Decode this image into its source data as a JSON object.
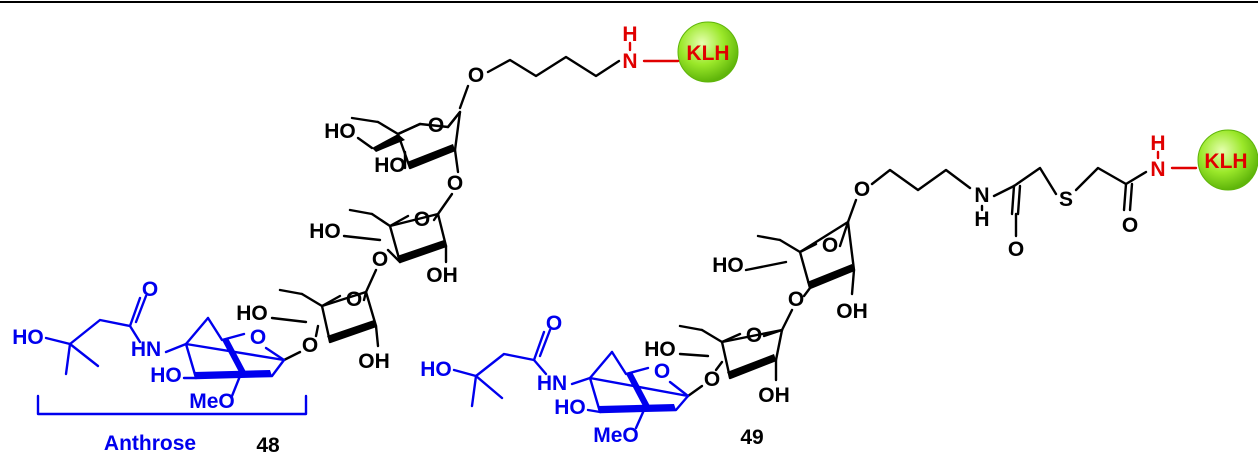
{
  "colors": {
    "sugar": "#000000",
    "anthrose": "#0000ee",
    "linker": "#e00000",
    "klh_ball": "#9be82a"
  },
  "compound48": {
    "number": "48",
    "klh": "KLH",
    "amine_h": "H",
    "amine_n": "N",
    "linker_o": "O",
    "ring_o": "O",
    "labels": {
      "ho1": "HO",
      "ho2": "HO",
      "o1": "O",
      "ho3": "HO",
      "oh1": "OH",
      "o2": "O",
      "ho4": "HO",
      "oh2": "OH",
      "o3": "O"
    },
    "anthrose": {
      "label": "Anthrose",
      "ho": "HO",
      "hn": "HN",
      "carbonyl_o": "O",
      "ho_ring": "HO",
      "meo": "MeO",
      "ring_o": "O"
    }
  },
  "compound49": {
    "number": "49",
    "klh": "KLH",
    "amide_h": "H",
    "amide_n": "N",
    "nh_n": "N",
    "nh_h": "H",
    "s": "S",
    "co1": "O",
    "co2": "O",
    "linker_o": "O",
    "labels": {
      "ho1": "HO",
      "o1": "O",
      "oh1": "OH",
      "ho2": "HO",
      "oh2": "OH",
      "ring_o1": "O",
      "ring_o2": "O",
      "o_link": "O"
    },
    "anthrose": {
      "ho": "HO",
      "hn": "HN",
      "carbonyl_o": "O",
      "ho_ring": "HO",
      "meo": "MeO",
      "ring_o": "O"
    }
  }
}
